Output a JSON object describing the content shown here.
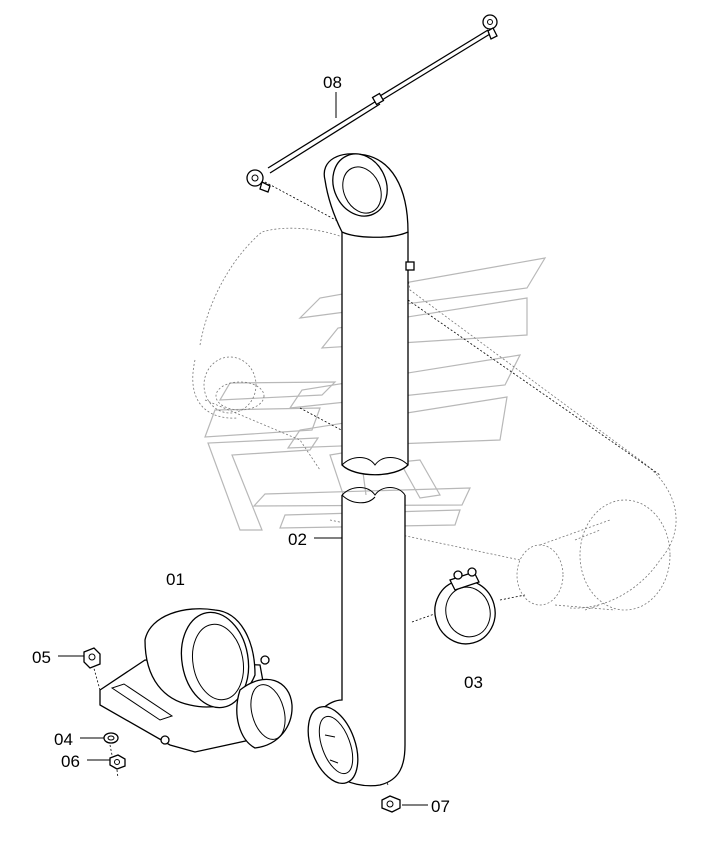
{
  "diagram": {
    "labels": {
      "p01": "01",
      "p02": "02",
      "p03": "03",
      "p04": "04",
      "p05": "05",
      "p06": "06",
      "p07": "07",
      "p08": "08"
    }
  }
}
